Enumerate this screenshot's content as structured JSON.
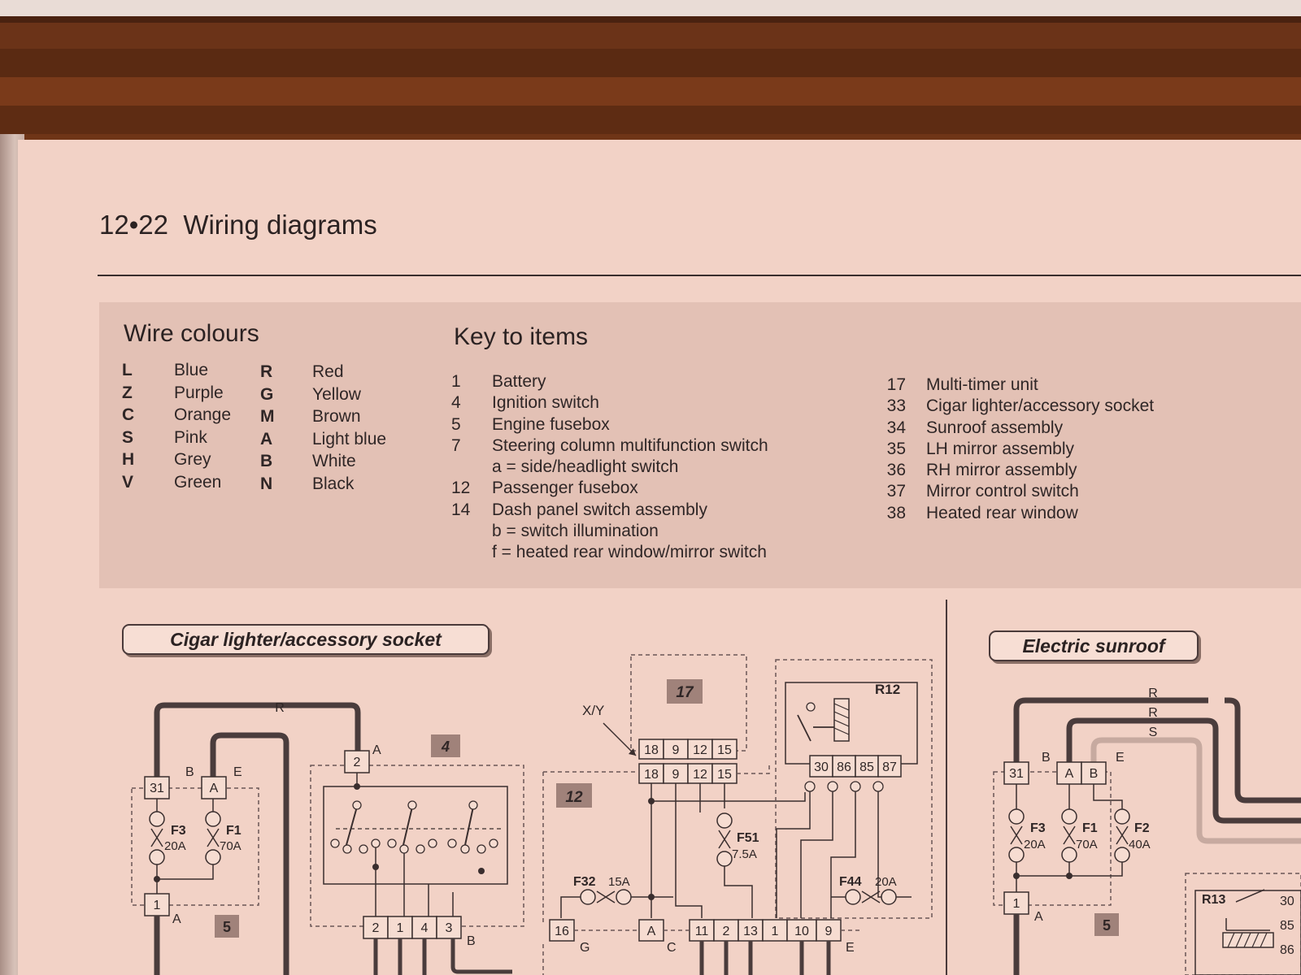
{
  "header": {
    "page_number": "12•22",
    "title": "Wiring diagrams"
  },
  "wire_colours": {
    "title": "Wire colours",
    "items": [
      {
        "code": "L",
        "colour": "Blue"
      },
      {
        "code": "Z",
        "colour": "Purple"
      },
      {
        "code": "C",
        "colour": "Orange"
      },
      {
        "code": "S",
        "colour": "Pink"
      },
      {
        "code": "H",
        "colour": "Grey"
      },
      {
        "code": "V",
        "colour": "Green"
      },
      {
        "code": "R",
        "colour": "Red"
      },
      {
        "code": "G",
        "colour": "Yellow"
      },
      {
        "code": "M",
        "colour": "Brown"
      },
      {
        "code": "A",
        "colour": "Light blue"
      },
      {
        "code": "B",
        "colour": "White"
      },
      {
        "code": "N",
        "colour": "Black"
      }
    ]
  },
  "key_to_items": {
    "title": "Key to items",
    "col1": [
      {
        "num": "1",
        "label": "Battery"
      },
      {
        "num": "4",
        "label": "Ignition switch"
      },
      {
        "num": "5",
        "label": "Engine fusebox"
      },
      {
        "num": "7",
        "label": "Steering column multifunction switch"
      },
      {
        "num": "",
        "label": "a = side/headlight switch"
      },
      {
        "num": "12",
        "label": "Passenger fusebox"
      },
      {
        "num": "14",
        "label": "Dash panel switch assembly"
      },
      {
        "num": "",
        "label": "b = switch illumination"
      },
      {
        "num": "",
        "label": "f  = heated rear window/mirror switch"
      }
    ],
    "col2": [
      {
        "num": "17",
        "label": "Multi-timer unit"
      },
      {
        "num": "33",
        "label": "Cigar lighter/accessory socket"
      },
      {
        "num": "34",
        "label": "Sunroof assembly"
      },
      {
        "num": "35",
        "label": "LH mirror assembly"
      },
      {
        "num": "36",
        "label": "RH mirror assembly"
      },
      {
        "num": "37",
        "label": "Mirror control switch"
      },
      {
        "num": "38",
        "label": "Heated rear window"
      }
    ]
  },
  "sections": {
    "cigar": "Cigar lighter/accessory socket",
    "sunroof": "Electric sunroof"
  },
  "diagram": {
    "wire_R": "R",
    "wire_S": "S",
    "pin_31": "31",
    "pin_A": "A",
    "pin_B": "B",
    "pin_2": "2",
    "pin_1": "1",
    "lbl_B": "B",
    "lbl_E": "E",
    "lbl_A": "A",
    "lbl_C": "C",
    "lbl_G": "G",
    "fuse_F3": "F3",
    "fuse_F3_rating": "20A",
    "fuse_F1": "F1",
    "fuse_F1_rating": "70A",
    "fuse_F2": "F2",
    "fuse_F2_rating": "40A",
    "fuse_F51": "F51",
    "fuse_F51_rating": "7.5A",
    "fuse_F32": "F32",
    "fuse_F32_rating": "15A",
    "fuse_F44": "F44",
    "fuse_F44_rating": "20A",
    "item_5": "5",
    "item_4": "4",
    "item_17": "17",
    "item_12": "12",
    "xy_label": "X/Y",
    "relay_R12": "R12",
    "relay_R13": "R13",
    "relay_pins": [
      "30",
      "86",
      "85",
      "87"
    ],
    "connector_18_pins": [
      "18",
      "9",
      "12",
      "15"
    ],
    "ign_pins": [
      "2",
      "1",
      "4",
      "3"
    ],
    "bottom_pins": [
      "11",
      "2",
      "13",
      "1",
      "10",
      "9"
    ],
    "pin_16": "16",
    "r13_pins": [
      "30",
      "85",
      "86"
    ]
  }
}
